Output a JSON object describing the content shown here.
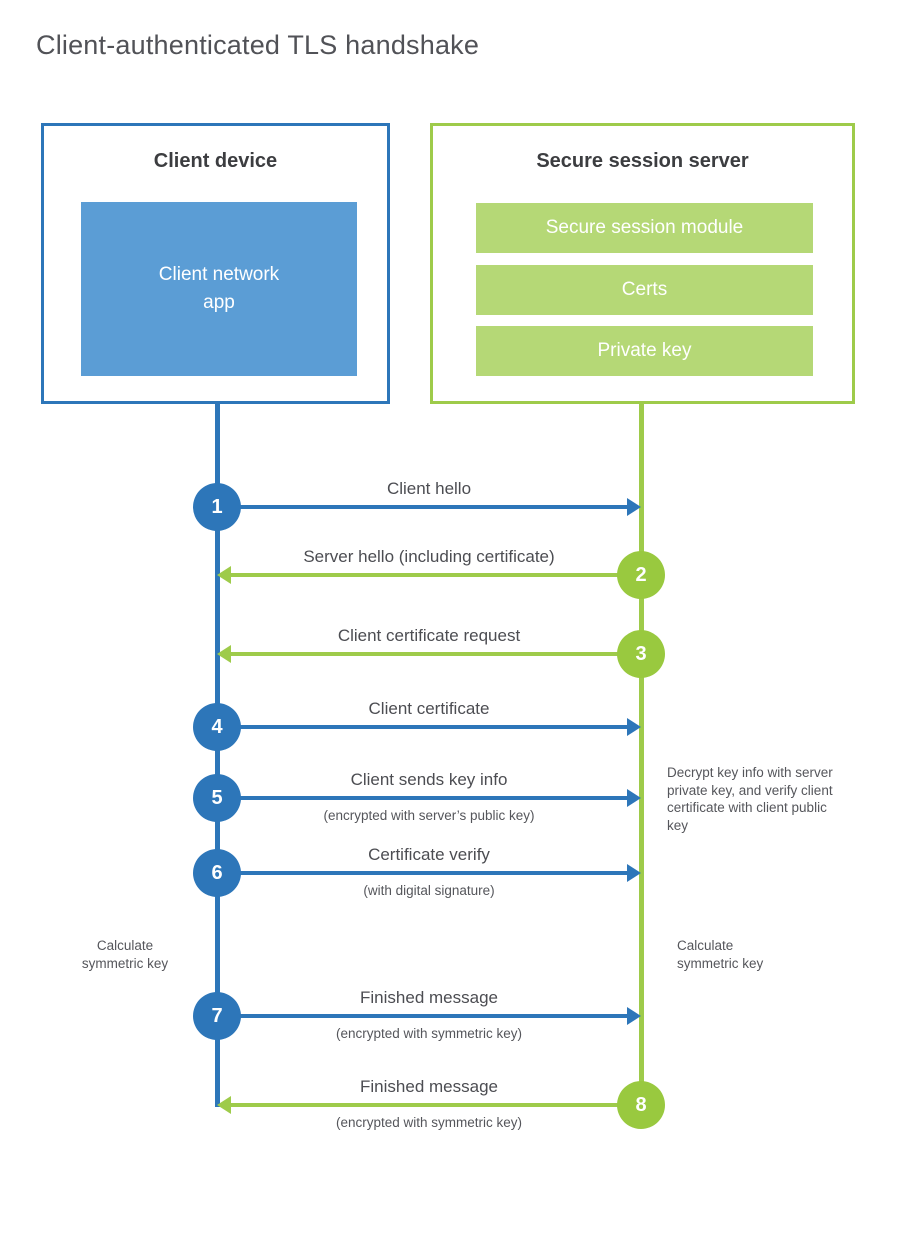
{
  "title": "Client-authenticated TLS handshake",
  "client": {
    "title": "Client device",
    "app": "Client network\napp"
  },
  "server": {
    "title": "Secure session server",
    "modules": [
      "Secure session module",
      "Certs",
      "Private key"
    ]
  },
  "messages": [
    {
      "num": "1",
      "label": "Client hello",
      "sub": "",
      "from": "client",
      "to": "server"
    },
    {
      "num": "2",
      "label": "Server hello (including certificate)",
      "sub": "",
      "from": "server",
      "to": "client"
    },
    {
      "num": "3",
      "label": "Client certificate request",
      "sub": "",
      "from": "server",
      "to": "client"
    },
    {
      "num": "4",
      "label": "Client certificate",
      "sub": "",
      "from": "client",
      "to": "server"
    },
    {
      "num": "5",
      "label": "Client sends key info",
      "sub": "(encrypted with server’s public key)",
      "from": "client",
      "to": "server"
    },
    {
      "num": "6",
      "label": "Certificate verify",
      "sub": "(with digital signature)",
      "from": "client",
      "to": "server"
    },
    {
      "num": "7",
      "label": "Finished message",
      "sub": "(encrypted with symmetric key)",
      "from": "client",
      "to": "server"
    },
    {
      "num": "8",
      "label": "Finished message",
      "sub": "(encrypted with symmetric key)",
      "from": "server",
      "to": "client"
    }
  ],
  "notes": {
    "decrypt": "Decrypt key info with server private key, and verify client certificate with client public key",
    "calc_client": "Calculate symmetric key",
    "calc_server": "Calculate symmetric key"
  },
  "colors": {
    "blue": "#2d76b9",
    "blue_light": "#5b9dd5",
    "green": "#9ecb4a",
    "green_circle": "#99c93f",
    "green_light": "#b5d876",
    "text_title": "#515257",
    "text_dark": "#3c3d40",
    "text_gray": "#4c4d52",
    "text_note": "#55565b"
  }
}
